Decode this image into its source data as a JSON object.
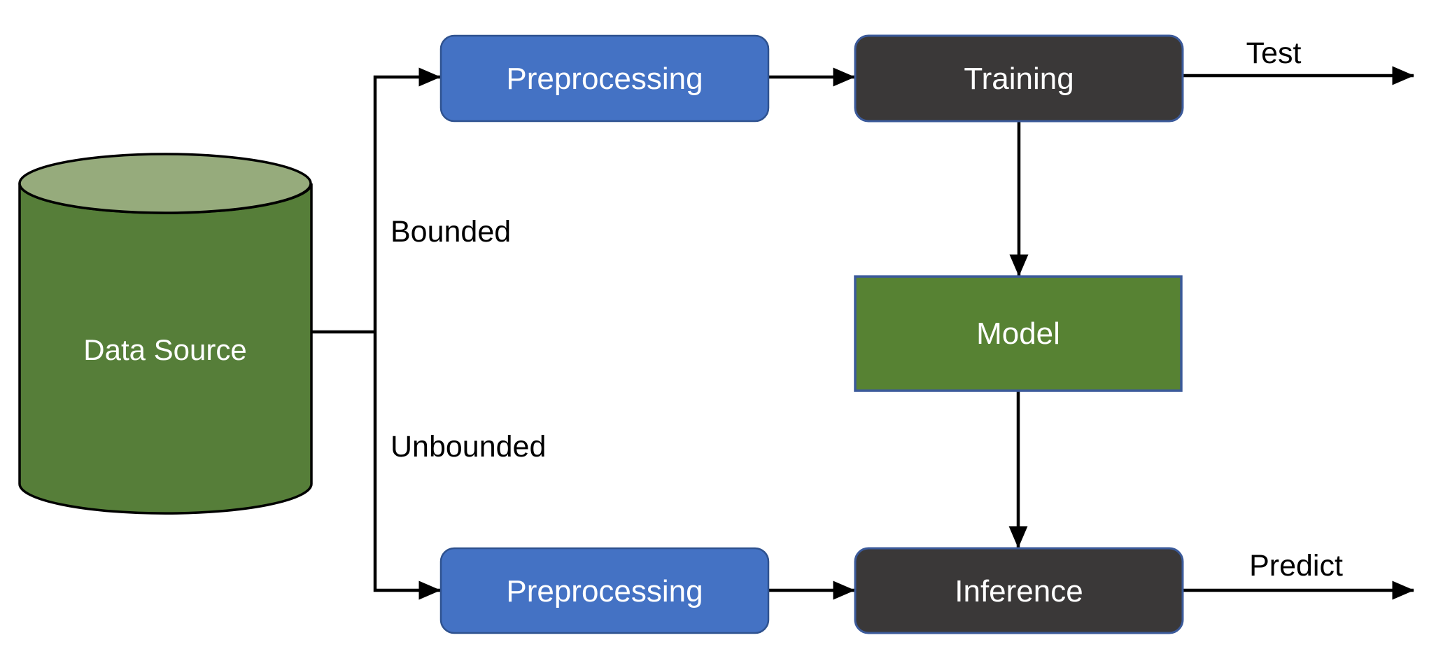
{
  "diagram": {
    "title": "ML data pipeline flow diagram",
    "nodes": {
      "data_source": {
        "label": "Data Source"
      },
      "preprocessing_top": {
        "label": "Preprocessing"
      },
      "training": {
        "label": "Training"
      },
      "model": {
        "label": "Model"
      },
      "preprocessing_bottom": {
        "label": "Preprocessing"
      },
      "inference": {
        "label": "Inference"
      }
    },
    "edge_labels": {
      "bounded": "Bounded",
      "unbounded": "Unbounded",
      "test": "Test",
      "predict": "Predict"
    },
    "colors": {
      "background": "#ffffff",
      "box_blue": "#4472c4",
      "box_blue_border": "#2f528f",
      "box_dark": "#3a3838",
      "box_dark_border": "#3b5a9a",
      "box_green": "#578233",
      "box_green_border": "#3b5a9a",
      "cylinder_side": "#567e39",
      "cylinder_top": "#96ab7c",
      "cylinder_outline": "#000000",
      "arrow": "#000000",
      "label_text": "#000000",
      "node_text": "#ffffff"
    }
  }
}
